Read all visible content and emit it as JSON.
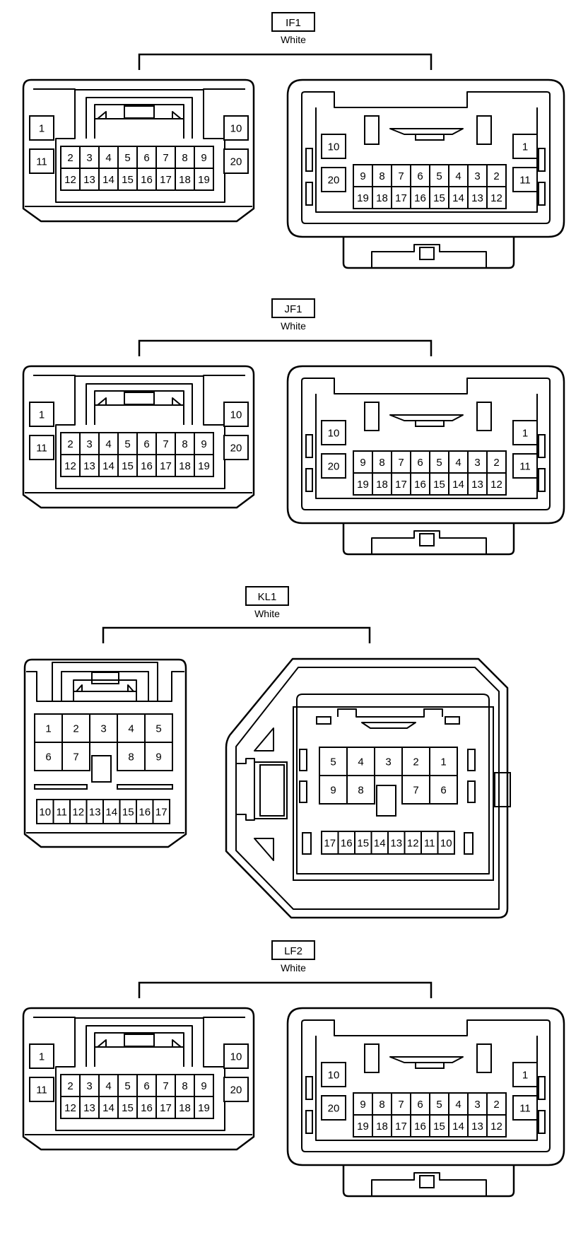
{
  "connectors": [
    {
      "name": "IF1",
      "color": "White",
      "male": {
        "side_left": [
          "1",
          "11"
        ],
        "side_right": [
          "10",
          "20"
        ],
        "top_row": [
          "2",
          "3",
          "4",
          "5",
          "6",
          "7",
          "8",
          "9"
        ],
        "bottom_row": [
          "12",
          "13",
          "14",
          "15",
          "16",
          "17",
          "18",
          "19"
        ]
      },
      "female": {
        "side_left": [
          "10",
          "20"
        ],
        "side_right": [
          "1",
          "11"
        ],
        "top_row": [
          "9",
          "8",
          "7",
          "6",
          "5",
          "4",
          "3",
          "2"
        ],
        "bottom_row": [
          "19",
          "18",
          "17",
          "16",
          "15",
          "14",
          "13",
          "12"
        ]
      }
    },
    {
      "name": "JF1",
      "color": "White",
      "male": {
        "side_left": [
          "1",
          "11"
        ],
        "side_right": [
          "10",
          "20"
        ],
        "top_row": [
          "2",
          "3",
          "4",
          "5",
          "6",
          "7",
          "8",
          "9"
        ],
        "bottom_row": [
          "12",
          "13",
          "14",
          "15",
          "16",
          "17",
          "18",
          "19"
        ]
      },
      "female": {
        "side_left": [
          "10",
          "20"
        ],
        "side_right": [
          "1",
          "11"
        ],
        "top_row": [
          "9",
          "8",
          "7",
          "6",
          "5",
          "4",
          "3",
          "2"
        ],
        "bottom_row": [
          "19",
          "18",
          "17",
          "16",
          "15",
          "14",
          "13",
          "12"
        ]
      }
    },
    {
      "name": "KL1",
      "color": "White",
      "male": {
        "row1": [
          "1",
          "2",
          "3",
          "4",
          "5"
        ],
        "row2": [
          "6",
          "7",
          "",
          "8",
          "9"
        ],
        "row3": [
          "10",
          "11",
          "12",
          "13",
          "14",
          "15",
          "16",
          "17"
        ]
      },
      "female": {
        "row1": [
          "5",
          "4",
          "3",
          "2",
          "1"
        ],
        "row2": [
          "9",
          "8",
          "",
          "7",
          "6"
        ],
        "row3": [
          "17",
          "16",
          "15",
          "14",
          "13",
          "12",
          "11",
          "10"
        ]
      }
    },
    {
      "name": "LF2",
      "color": "White",
      "male": {
        "side_left": [
          "1",
          "11"
        ],
        "side_right": [
          "10",
          "20"
        ],
        "top_row": [
          "2",
          "3",
          "4",
          "5",
          "6",
          "7",
          "8",
          "9"
        ],
        "bottom_row": [
          "12",
          "13",
          "14",
          "15",
          "16",
          "17",
          "18",
          "19"
        ]
      },
      "female": {
        "side_left": [
          "10",
          "20"
        ],
        "side_right": [
          "1",
          "11"
        ],
        "top_row": [
          "9",
          "8",
          "7",
          "6",
          "5",
          "4",
          "3",
          "2"
        ],
        "bottom_row": [
          "19",
          "18",
          "17",
          "16",
          "15",
          "14",
          "13",
          "12"
        ]
      }
    }
  ]
}
